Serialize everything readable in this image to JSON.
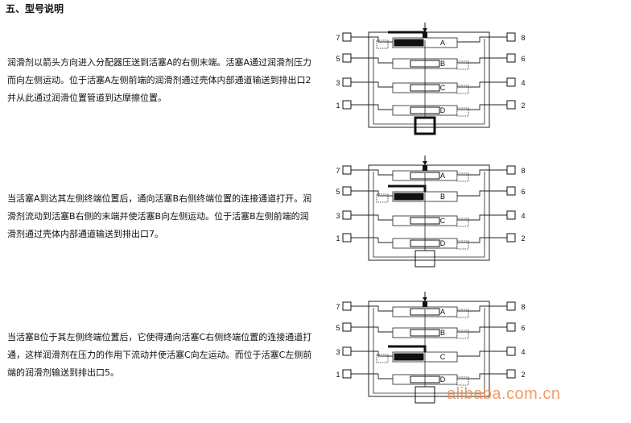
{
  "section": {
    "title": "五、型号说明"
  },
  "paragraphs": [
    "润滑剂以箭头方向进入分配器压送到活塞A的右侧末端。活塞A通过润滑剂压力而向左侧运动。位于活塞A左侧前端的润滑剂通过壳体内部通道输送到排出口2 并从此通过润滑位置管道到达摩擦位置。",
    "当活塞A到达其左侧终端位置后，通向活塞B右侧终端位置的连接通道打开。润滑剂流动到活塞B右侧的末端并使活塞B向左侧运动。位于活塞B左侧前端的润滑剂通过壳体内部通道输送到排出口7。",
    "当活塞B位于其左侧终端位置后，它使得通向活塞C右侧终端位置的连接通道打通，这样润滑剂在压力的作用下流动并使活塞C向左运动。而位于活塞C左侧前端的润滑剂输送到排出口5。"
  ],
  "diagram_labels": {
    "pistons": [
      "A",
      "B",
      "C",
      "D"
    ],
    "left_ports": [
      "7",
      "5",
      "3",
      "1"
    ],
    "right_ports": [
      "8",
      "6",
      "4",
      "2"
    ]
  },
  "watermark": "alibaba.com.cn"
}
